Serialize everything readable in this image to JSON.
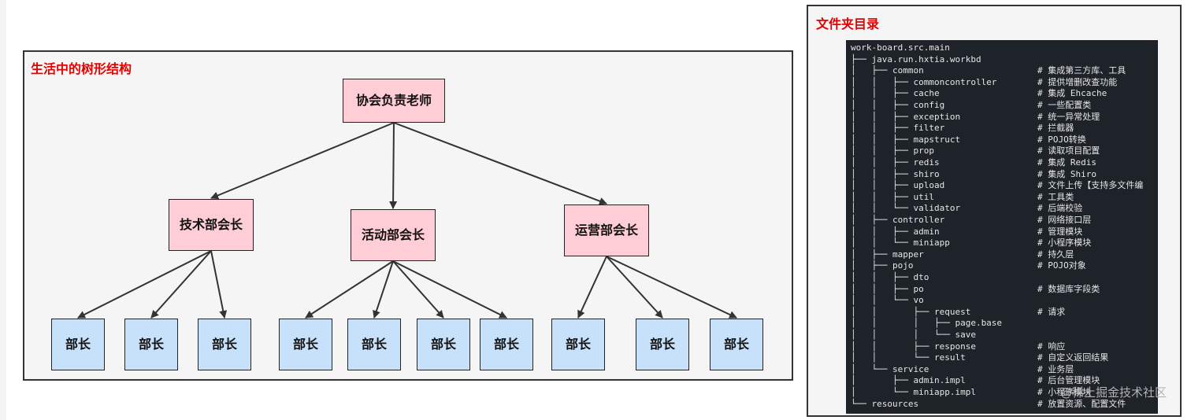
{
  "tree": {
    "title": "生活中的树形结构",
    "root": "协会负责老师",
    "ministers": [
      "技术部会长",
      "活动部会长",
      "运营部会长"
    ],
    "leaf_label": "部长",
    "leaf_counts": [
      3,
      4,
      3
    ]
  },
  "folder": {
    "title": "文件夹目录",
    "lines": [
      {
        "t": "work-board.src.main",
        "c": ""
      },
      {
        "t": "├── java.run.hxtia.workbd",
        "c": ""
      },
      {
        "t": "│   ├── common",
        "c": "# 集成第三方库、工具"
      },
      {
        "t": "│   │   ├── commoncontroller",
        "c": "# 提供增删改查功能"
      },
      {
        "t": "│   │   ├── cache",
        "c": "# 集成 Ehcache"
      },
      {
        "t": "│   │   ├── config",
        "c": "# 一些配置类"
      },
      {
        "t": "│   │   ├── exception",
        "c": "# 统一异常处理"
      },
      {
        "t": "│   │   ├── filter",
        "c": "# 拦截器"
      },
      {
        "t": "│   │   ├── mapstruct",
        "c": "# POJO转换"
      },
      {
        "t": "│   │   ├── prop",
        "c": "# 读取项目配置"
      },
      {
        "t": "│   │   ├── redis",
        "c": "# 集成 Redis"
      },
      {
        "t": "│   │   ├── shiro",
        "c": "# 集成 Shiro"
      },
      {
        "t": "│   │   ├── upload",
        "c": "# 文件上传【支持多文件编"
      },
      {
        "t": "│   │   ├── util",
        "c": "# 工具类"
      },
      {
        "t": "│   │   └── validator",
        "c": "# 后端校验"
      },
      {
        "t": "│   ├── controller",
        "c": "# 网络接口层"
      },
      {
        "t": "│   │   ├── admin",
        "c": "# 管理模块"
      },
      {
        "t": "│   │   └── miniapp",
        "c": "# 小程序模块"
      },
      {
        "t": "│   ├── mapper",
        "c": "# 持久层"
      },
      {
        "t": "│   ├── pojo",
        "c": "# POJO对象"
      },
      {
        "t": "│   │   ├── dto",
        "c": ""
      },
      {
        "t": "│   │   ├── po",
        "c": "# 数据库字段类"
      },
      {
        "t": "│   │   └── vo",
        "c": ""
      },
      {
        "t": "│   │       ├── request",
        "c": "# 请求"
      },
      {
        "t": "│   │       │   ├── page.base",
        "c": ""
      },
      {
        "t": "│   │       │   └── save",
        "c": ""
      },
      {
        "t": "│   │       ├── response",
        "c": "# 响应"
      },
      {
        "t": "│   │       └── result",
        "c": "# 自定义返回结果"
      },
      {
        "t": "│   └── service",
        "c": "# 业务层"
      },
      {
        "t": "│       ├── admin.impl",
        "c": "# 后台管理模块"
      },
      {
        "t": "│       └── miniapp.impl",
        "c": "# 小程序模块"
      },
      {
        "t": "└── resources",
        "c": "# 放置资源、配置文件"
      }
    ]
  },
  "watermark": "@稀土掘金技术社区",
  "colors": {
    "title_red": "#e60000",
    "root_fill": "#ffcdd5",
    "leaf_fill": "#c7e1fb",
    "code_bg": "#1e2229"
  }
}
